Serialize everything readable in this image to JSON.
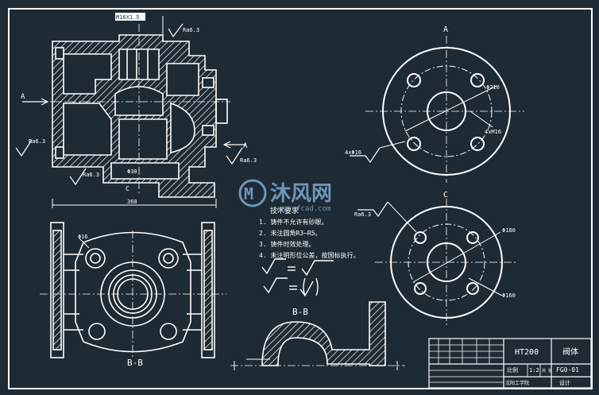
{
  "labels": {
    "section_a": "A",
    "arrow_a_left": "A",
    "arrow_a_right": "A",
    "section_c": "C",
    "view_c_label": "C",
    "view_bb": "B-B",
    "section_bb": "B-B",
    "main_dim_bottom": "360",
    "main_dim_top": "M16X1.5",
    "main_dim_mid": "Φ30",
    "ra_1": "Ra6.3",
    "ra_2": "Ra6.3",
    "ra_3": "Ra6.3",
    "ra_4": "Ra6.3",
    "flange_a_d1": "Φ210",
    "flange_a_d2": "4xΦ16",
    "flange_a_d3": "4xM16",
    "flange_c_d1": "Φ180",
    "flange_c_d2": "Φ160",
    "bb_hole": "Φ16",
    "c_tag": "Ra6.3"
  },
  "notes": {
    "title": "技术要求",
    "items": [
      "1. 铸件不允许有砂眼。",
      "2. 未注圆角R3~R5。",
      "3. 铸件时效处理。",
      "4. 未注明形位公差，按国标执行。"
    ]
  },
  "title_block": {
    "material": "HT200",
    "name": "阀体",
    "code": "FG0-01",
    "scale_label": "比例",
    "scale_value": "1:2",
    "sheet_label": "共 张",
    "drawn": "沈阳工学院",
    "company": "设计"
  },
  "watermark": {
    "brand_cn": "沐风网",
    "url": "www.mfcad.com"
  },
  "colors": {
    "background": "#1e2a34",
    "line": "#ffffff",
    "watermark": "#7da9d2"
  }
}
